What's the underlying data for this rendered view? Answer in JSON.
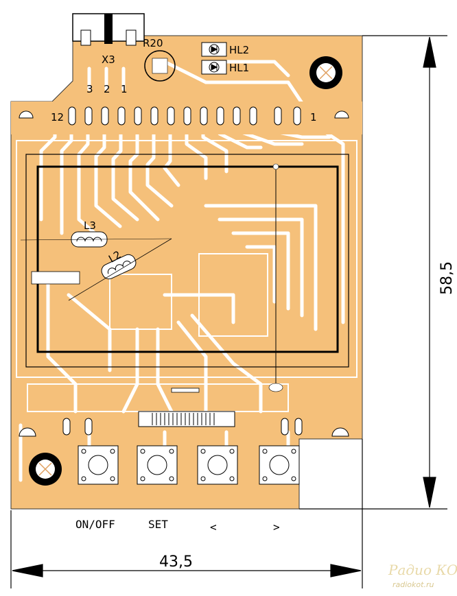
{
  "components": {
    "connector": "X3",
    "connector_pins": [
      "3",
      "2",
      "1"
    ],
    "resistor": "R20",
    "led2": "HL2",
    "led1": "HL1",
    "display_pin_first": "12",
    "display_pin_last": "1",
    "inductor3": "L3",
    "inductor2": "L2"
  },
  "buttons": {
    "on_off": "ON/OFF",
    "set": "SET",
    "left": "<",
    "right": ">"
  },
  "dimensions": {
    "width": "43,5",
    "height": "58,5"
  },
  "watermark": {
    "brand": "Радио КОТ",
    "url": "radiokot.ru"
  },
  "colors": {
    "board": "#f5c07a",
    "traces": "#ffffff",
    "outline": "#000000"
  }
}
